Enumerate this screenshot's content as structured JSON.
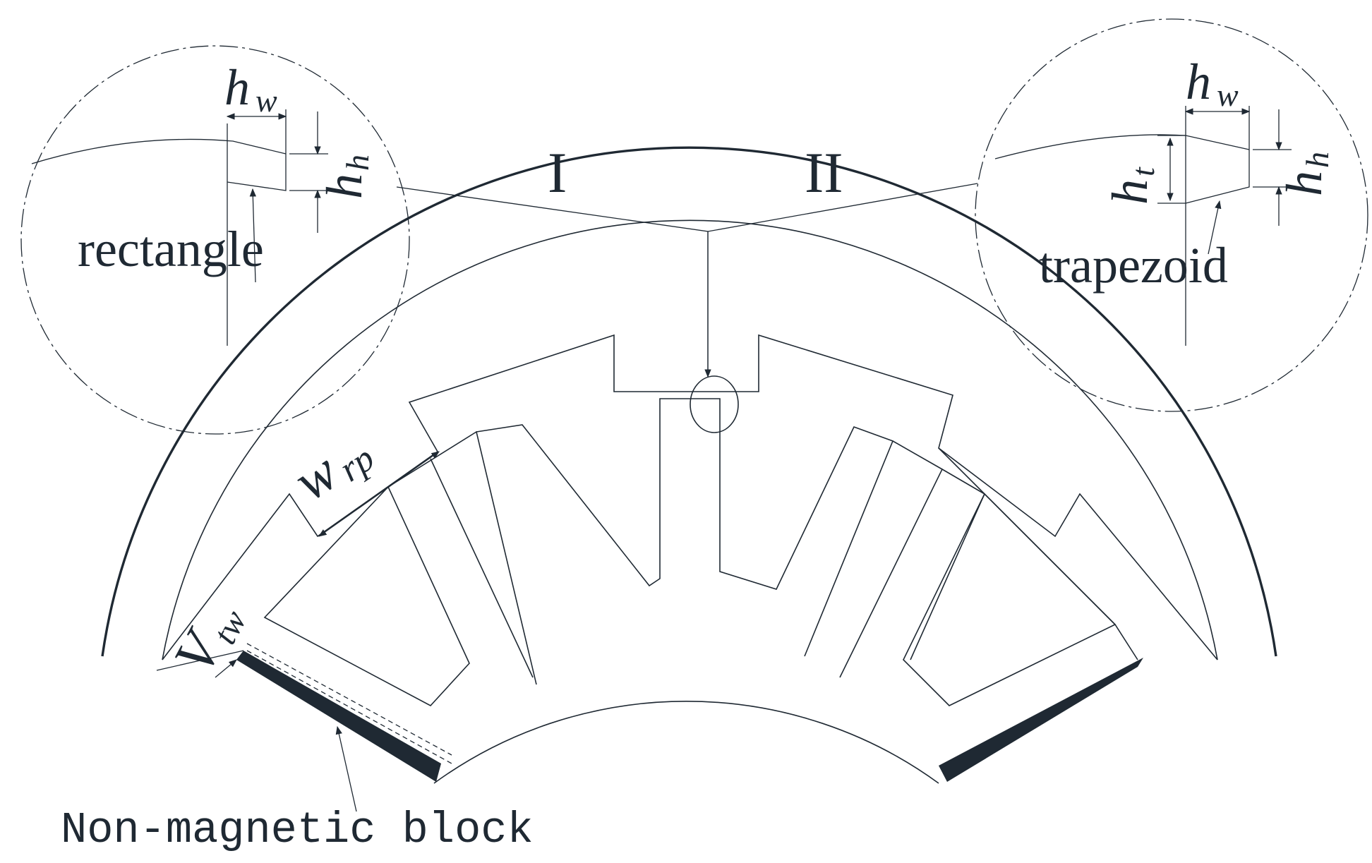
{
  "labels": {
    "rectangle": "rectangle",
    "trapezoid": "trapezoid",
    "region_I": "I",
    "region_II": "II",
    "non_magnetic_block": "Non-magnetic block",
    "v": "V",
    "tw": "tw"
  },
  "dims": {
    "h": "h",
    "w_sub": "w",
    "h_sub": "h",
    "t_sub": "t",
    "w": "w",
    "rp_sub": "rp"
  },
  "colors": {
    "stroke": "#1f2933",
    "background": "#ffffff"
  }
}
